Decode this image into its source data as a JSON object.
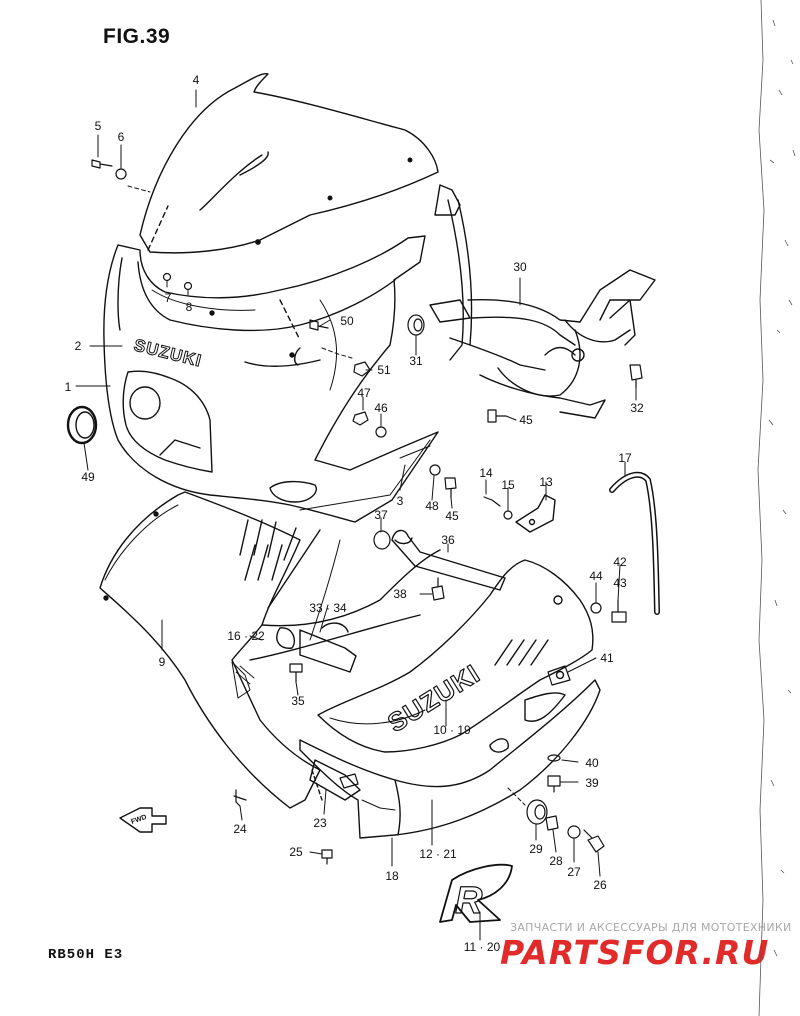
{
  "header": {
    "figure": "FIG.39"
  },
  "footer": {
    "model": "RB50H E3",
    "watermark_caption": "ЗАПЧАСТИ И АКСЕССУАРЫ ДЛЯ МОТОТЕХНИКИ",
    "watermark_logo": "PARTSFOR.RU"
  },
  "fwd_label": "FWD",
  "brand_upper": "SUZUKI",
  "brand_lower": "SUZUKI",
  "emblem_letter": "R",
  "callouts": [
    {
      "id": "c1",
      "text": "1"
    },
    {
      "id": "c2",
      "text": "2"
    },
    {
      "id": "c3",
      "text": "3"
    },
    {
      "id": "c4",
      "text": "4"
    },
    {
      "id": "c5",
      "text": "5"
    },
    {
      "id": "c6",
      "text": "6"
    },
    {
      "id": "c7",
      "text": "7"
    },
    {
      "id": "c8",
      "text": "8"
    },
    {
      "id": "c9",
      "text": "9"
    },
    {
      "id": "c10",
      "text": "10 · 19"
    },
    {
      "id": "c11",
      "text": "11 · 20"
    },
    {
      "id": "c12",
      "text": "12 · 21"
    },
    {
      "id": "c13",
      "text": "13"
    },
    {
      "id": "c14",
      "text": "14"
    },
    {
      "id": "c15",
      "text": "15"
    },
    {
      "id": "c16",
      "text": "16 · 22"
    },
    {
      "id": "c17",
      "text": "17"
    },
    {
      "id": "c18",
      "text": "18"
    },
    {
      "id": "c23",
      "text": "23"
    },
    {
      "id": "c24",
      "text": "24"
    },
    {
      "id": "c25",
      "text": "25"
    },
    {
      "id": "c26",
      "text": "26"
    },
    {
      "id": "c27",
      "text": "27"
    },
    {
      "id": "c28",
      "text": "28"
    },
    {
      "id": "c29",
      "text": "29"
    },
    {
      "id": "c30",
      "text": "30"
    },
    {
      "id": "c31",
      "text": "31"
    },
    {
      "id": "c32",
      "text": "32"
    },
    {
      "id": "c33",
      "text": "33 · 34"
    },
    {
      "id": "c35",
      "text": "35"
    },
    {
      "id": "c36",
      "text": "36"
    },
    {
      "id": "c37",
      "text": "37"
    },
    {
      "id": "c38",
      "text": "38"
    },
    {
      "id": "c39",
      "text": "39"
    },
    {
      "id": "c40",
      "text": "40"
    },
    {
      "id": "c41",
      "text": "41"
    },
    {
      "id": "c42",
      "text": "42"
    },
    {
      "id": "c43",
      "text": "43"
    },
    {
      "id": "c44",
      "text": "44"
    },
    {
      "id": "c45a",
      "text": "45"
    },
    {
      "id": "c45b",
      "text": "45"
    },
    {
      "id": "c46",
      "text": "46"
    },
    {
      "id": "c47",
      "text": "47"
    },
    {
      "id": "c48",
      "text": "48"
    },
    {
      "id": "c49",
      "text": "49"
    },
    {
      "id": "c50",
      "text": "50"
    },
    {
      "id": "c51",
      "text": "51"
    }
  ]
}
